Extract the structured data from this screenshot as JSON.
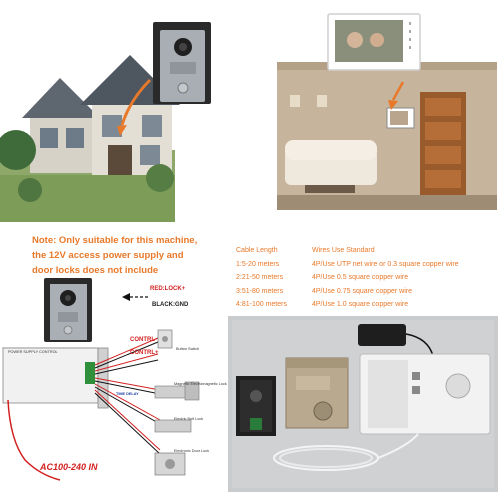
{
  "note": {
    "lines": [
      "Note: Only suitable for this machine,",
      "the 12V access power supply  and",
      "door locks does not include"
    ]
  },
  "cable_table": {
    "header": {
      "length": "Cable Length",
      "wires": "Wires Use Standard"
    },
    "rows": [
      {
        "length": "1:5-20 meters",
        "wires": "4P/Use UTP net wire or 0.3 square copper wire"
      },
      {
        "length": "2:21-50 meters",
        "wires": "4P/Use 0.5 square copper wire"
      },
      {
        "length": "3:51-80 meters",
        "wires": "4P/Use 0.75 square copper wire"
      },
      {
        "length": "4:81-100 meters",
        "wires": "4P/Use 1.0 square copper wire"
      }
    ]
  },
  "diagram": {
    "red_lock": "RED:LOCK+",
    "black_gnd": "BLACK:GND",
    "contrl_minus": "CONTRL-",
    "contrl_plus": "CONTRL+",
    "psu_title": "POWER SUPPLY CONTROL",
    "exit_button": "Button Switch",
    "mag_lock": "Magnetic Electromagnetic Lock",
    "bolt_lock": "Electric Bolt Lock",
    "door_lock": "Electronic Door Lock",
    "time_delay": "TIME DELAY",
    "ac_input": "AC100-240 IN"
  },
  "colors": {
    "accent_orange": "#e8792a",
    "wire_red": "#d32020"
  }
}
